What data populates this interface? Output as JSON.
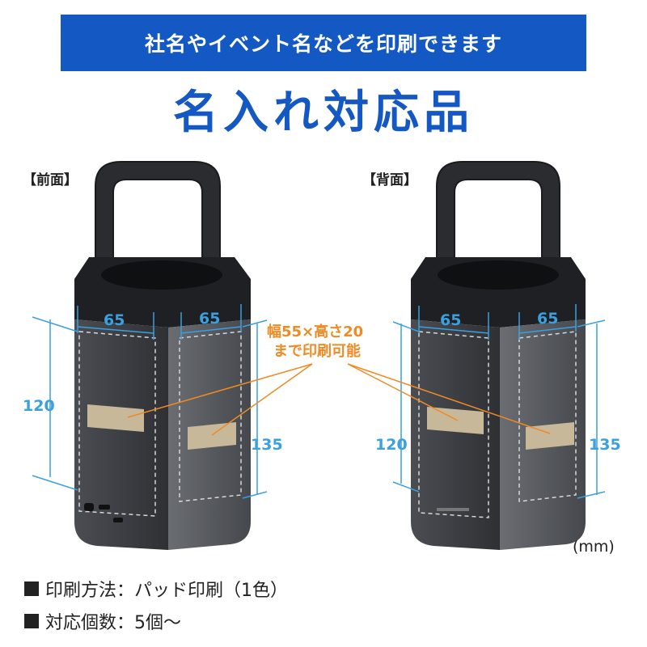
{
  "banner": {
    "text": "社名やイベント名などを印刷できます"
  },
  "title": {
    "text": "名入れ対応品"
  },
  "views": {
    "front_label": "【前面】",
    "back_label": "【背面】"
  },
  "dimensions": {
    "front_left_width": "65",
    "front_right_width": "65",
    "front_left_height": "120",
    "front_right_height": "135",
    "back_left_width": "65",
    "back_right_width": "65",
    "back_left_height": "120",
    "back_right_height": "135"
  },
  "callout": {
    "line1": "幅55×高さ20",
    "line2": "まで印刷可能"
  },
  "unit": "(mm)",
  "specs": {
    "method": "印刷方法：パッド印刷（1色）",
    "quantity": "対応個数：5個〜"
  },
  "colors": {
    "brand_blue": "#1458c4",
    "dimension_blue": "#3aa0e0",
    "callout_orange": "#f08a24",
    "print_area": "#c7b89a"
  }
}
